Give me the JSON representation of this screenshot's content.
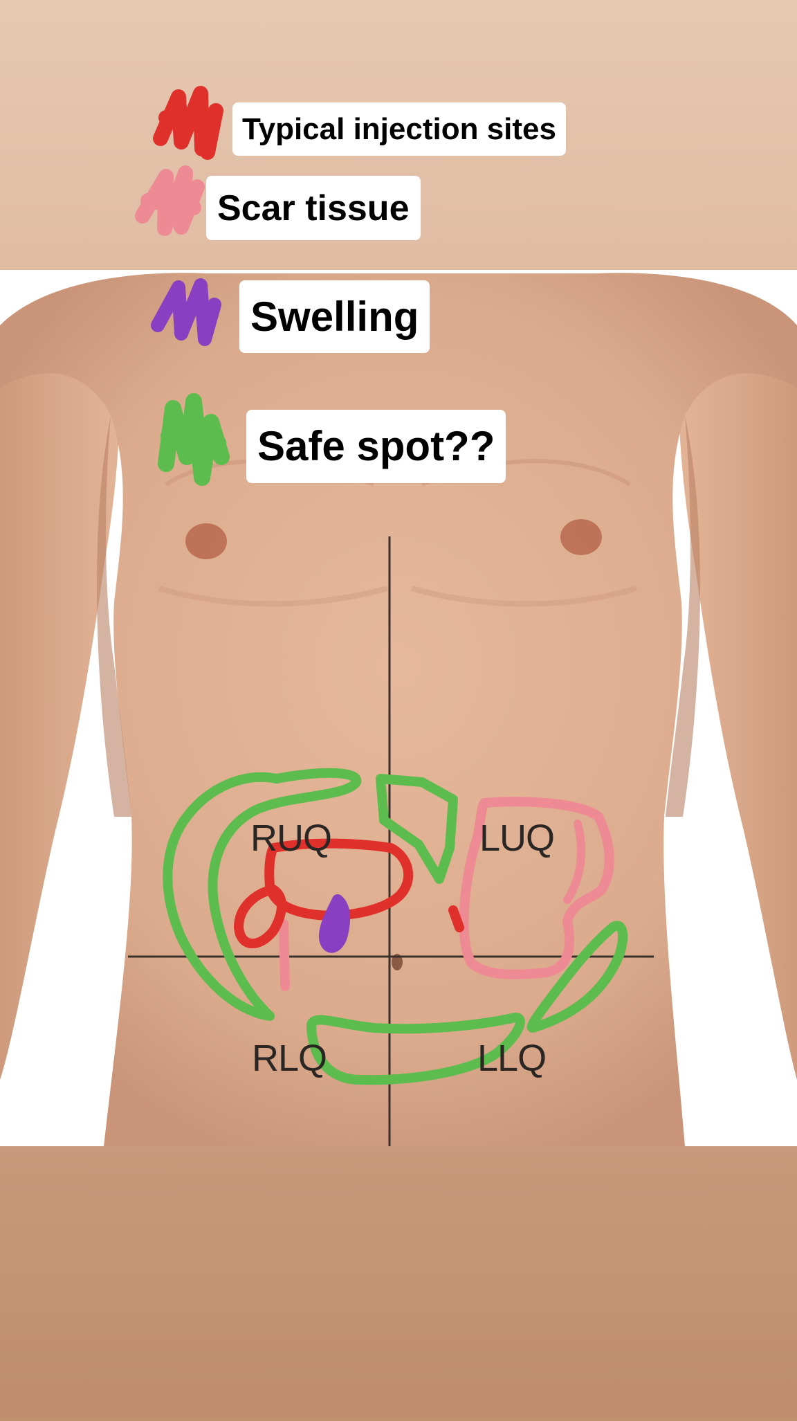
{
  "legend": {
    "items": [
      {
        "label": "Typical injection sites",
        "color": "#e0302b",
        "meaning": "typical-injection-sites"
      },
      {
        "label": "Scar tissue",
        "color": "#ee8a93",
        "meaning": "scar-tissue"
      },
      {
        "label": "Swelling",
        "color": "#8a3fc2",
        "meaning": "swelling"
      },
      {
        "label": "Safe spot??",
        "color": "#5cbc4e",
        "meaning": "safe-spot"
      }
    ]
  },
  "quadrants": {
    "ruq": "RUQ",
    "luq": "LUQ",
    "rlq": "RLQ",
    "llq": "LLQ"
  },
  "colors": {
    "background_top": "#e4c4ad",
    "background_bottom": "#c2916e",
    "skin": "#dcac8f",
    "photo_background": "#ffffff"
  }
}
